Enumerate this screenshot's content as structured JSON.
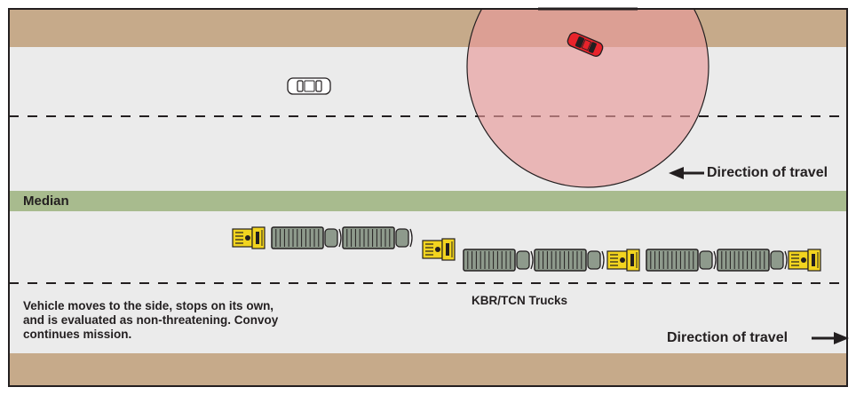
{
  "labels": {
    "median": "Median",
    "direction_upper": "Direction of travel",
    "direction_lower": "Direction of travel",
    "trucks": "KBR/TCN Trucks",
    "note_line1": "Vehicle moves to the side, stops on its own,",
    "note_line2": "and is evaluated as non-threatening. Convoy",
    "note_line3": "continues mission."
  },
  "colors": {
    "shoulder": "#c6aa8a",
    "road": "#ebebeb",
    "median": "#a8bb8e",
    "lane_dash": "#231f20",
    "threat_zone": "#e89a9a",
    "threat_vehicle": "#e8232b",
    "civilian_vehicle": "#ffffff",
    "tractor": "#f2d41f",
    "trailer": "#8e9a8c",
    "arrow": "#231f20"
  },
  "vehicles": {
    "civilian": "civilian-car-icon",
    "threat": "red-car-icon",
    "convoy": [
      "truck-cab-icon",
      "trailer-icon",
      "trailer-icon",
      "truck-cab-icon",
      "trailer-icon",
      "trailer-icon",
      "truck-cab-icon",
      "trailer-icon",
      "trailer-icon",
      "truck-cab-icon"
    ]
  }
}
